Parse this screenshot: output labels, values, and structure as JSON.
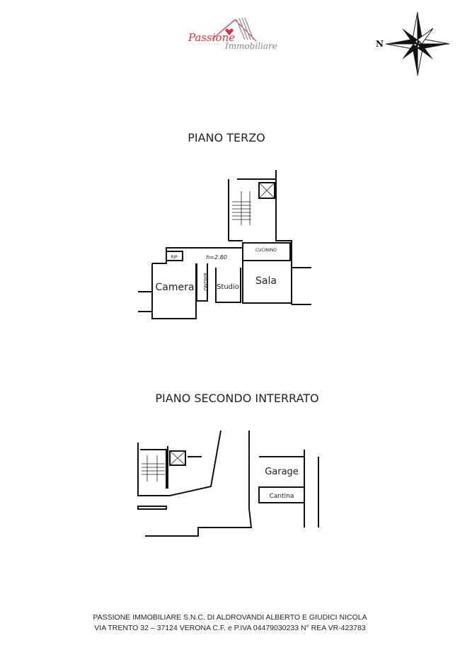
{
  "logo": {
    "text_main": "Passione",
    "text_sub": "Immobiliare",
    "color_red": "#e03040",
    "color_grey": "#888888"
  },
  "compass": {
    "label": "N"
  },
  "floors": [
    {
      "title": "PIANO TERZO",
      "height_note": "h=2.80",
      "rooms": [
        "Camera",
        "BAGNO",
        "Studio",
        "Sala",
        "CUCININO",
        "RIP"
      ]
    },
    {
      "title": "PIANO SECONDO INTERRATO",
      "rooms": [
        "Garage",
        "Cantina"
      ]
    }
  ],
  "footer": {
    "line1": "PASSIONE IMMOBILIARE S.N.C. DI ALDROVANDI ALBERTO E GIUDICI NICOLA",
    "line2": "VIA TRENTO 32 – 37124 VERONA C.F. e P.IVA 04479030233 N° REA VR-423783"
  }
}
